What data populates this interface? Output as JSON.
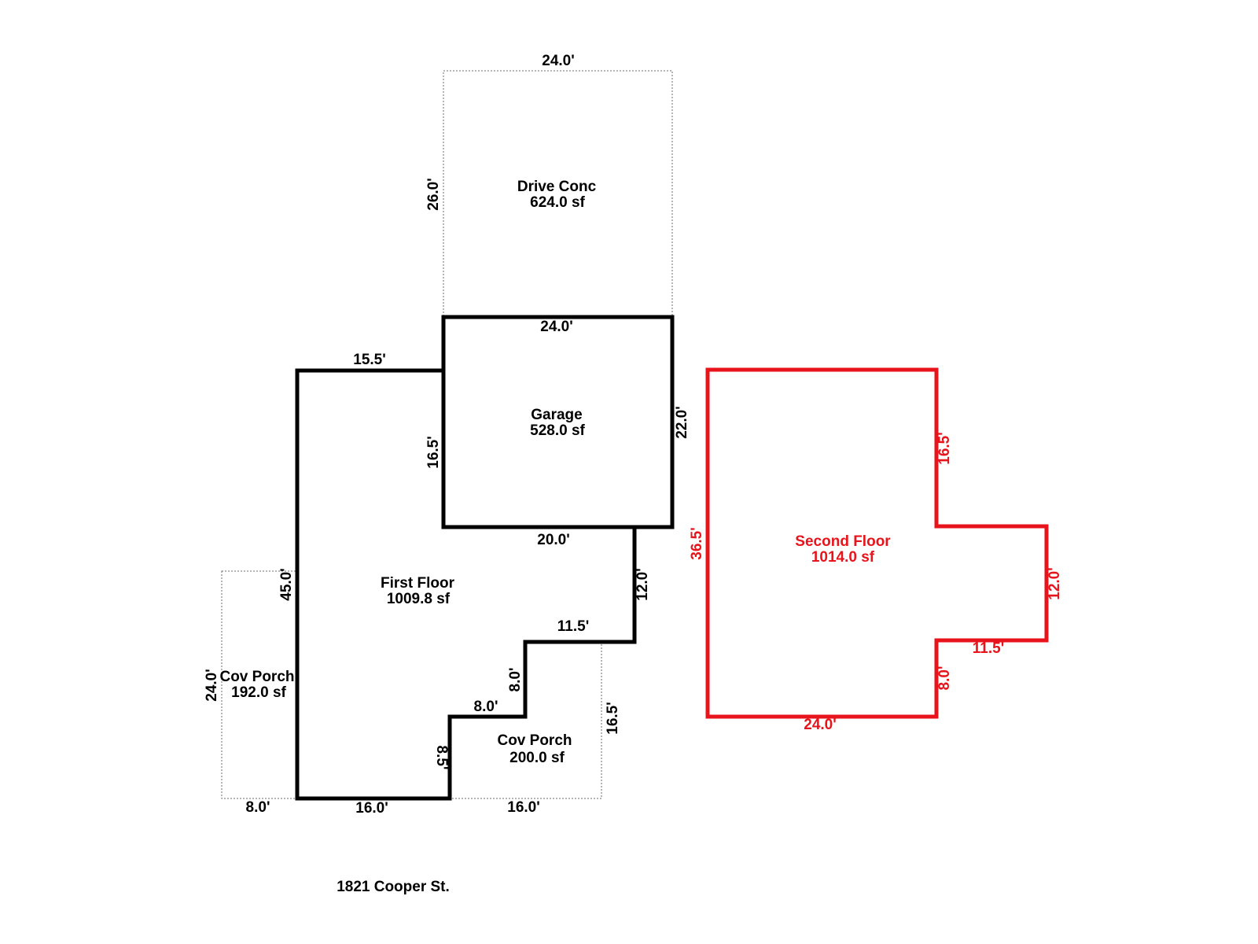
{
  "colors": {
    "background": "#ffffff",
    "first_floor_outline": "#000000",
    "second_floor_outline": "#e8141b",
    "dashed_outline": "#6e6e6e",
    "text_black": "#000000",
    "text_red": "#e8141b"
  },
  "areas": {
    "drive_conc": {
      "name": "Drive Conc",
      "size": "624.0 sf"
    },
    "garage": {
      "name": "Garage",
      "size": "528.0 sf"
    },
    "first_floor": {
      "name": "First Floor",
      "size": "1009.8 sf"
    },
    "cov_porch_left": {
      "name": "Cov Porch",
      "size": "192.0 sf"
    },
    "cov_porch_right": {
      "name": "Cov Porch",
      "size": "200.0 sf"
    },
    "second_floor": {
      "name": "Second Floor",
      "size": "1014.0 sf"
    }
  },
  "dimensions": {
    "drive_top": "24.0'",
    "drive_left": "26.0'",
    "garage_top": "24.0'",
    "garage_right": "22.0'",
    "garage_left": "16.5'",
    "garage_bottom": "20.0'",
    "first_top": "15.5'",
    "first_left": "45.0'",
    "first_step_right": "12.0'",
    "first_step_top": "11.5'",
    "first_step_mid": "8.0'",
    "first_step_low": "8.0'",
    "first_step_bottom": "8.5'",
    "first_bottom": "16.0'",
    "porch_left_side": "24.0'",
    "porch_left_bottom": "8.0'",
    "porch_right_side": "16.5'",
    "porch_right_bottom": "16.0'",
    "second_left": "36.5'",
    "second_upper_right": "16.5'",
    "second_wing_right": "12.0'",
    "second_wing_bottom": "11.5'",
    "second_lower_right": "8.0'",
    "second_bottom": "24.0'"
  },
  "address": "1821 Cooper St."
}
